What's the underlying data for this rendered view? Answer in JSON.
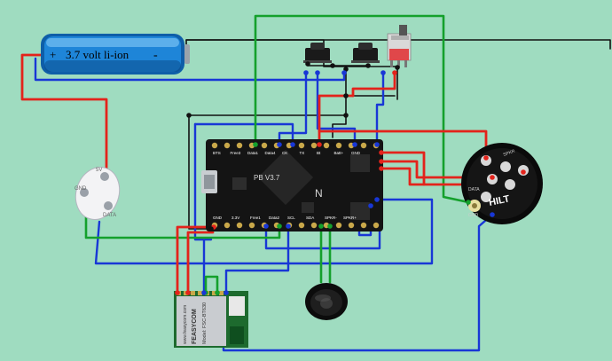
{
  "battery": {
    "plus": "+",
    "label": "3.7 volt li-ion",
    "minus": "-"
  },
  "board": {
    "model": "PB V3.7",
    "logo": "N",
    "top_pins": [
      "BTS",
      "Free3",
      "Data1",
      "Data4",
      "CK",
      "TX",
      "Bt",
      "Batt+",
      "GND"
    ],
    "bottom_pins": [
      "GND",
      "3.3V",
      "Free1",
      "Data2",
      "SCL",
      "SDA",
      "SPKR-",
      "SPKR+"
    ]
  },
  "switch_module": {
    "pins": [
      "GND",
      "5V",
      "DATA"
    ]
  },
  "bluetooth_module": {
    "brand": "FEASYCOM",
    "model": "Model: FSC-BT630",
    "url": "www.feasycom.com"
  },
  "connector": {
    "label": "HILT",
    "pins": [
      "SPKR",
      "DATA",
      "GND"
    ]
  },
  "colors": {
    "background": "#9fdcc0",
    "red": "#e3231b",
    "green": "#14a02c",
    "blue": "#1837d6",
    "black": "#111111"
  }
}
